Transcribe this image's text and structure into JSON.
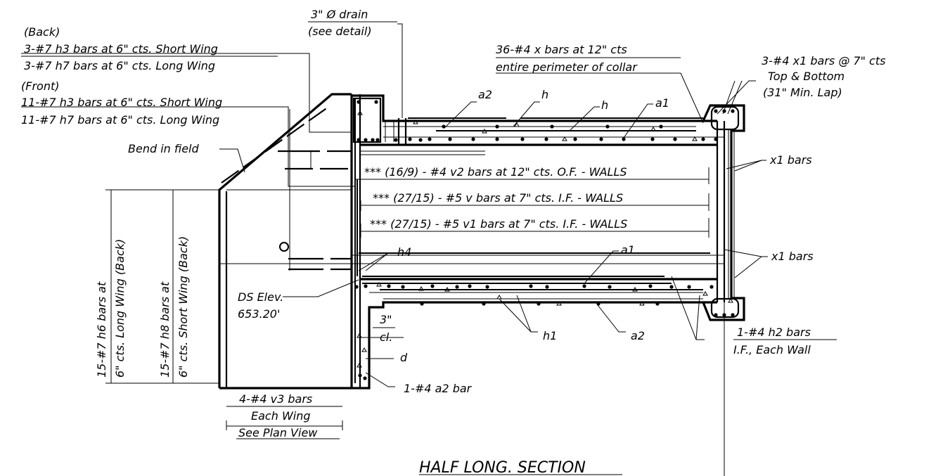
{
  "title": "HALF LONG. SECTION",
  "labels": {
    "back": "(Back)",
    "back_short": "3-#7 h3 bars at 6\" cts. Short Wing",
    "back_long": "3-#7 h7 bars at 6\" cts. Long Wing",
    "front": "(Front)",
    "front_short": "11-#7 h3 bars at 6\" cts. Short Wing",
    "front_long": "11-#7 h7 bars at 6\" cts. Long Wing",
    "drain_1": "3\" Ø drain",
    "drain_2": "(see detail)",
    "x_bars_1": "36-#4 x bars at 12\" cts",
    "x_bars_2": "entire perimeter of collar",
    "x1_top_1": "3-#4 x1 bars @ 7\" cts",
    "x1_top_2": "Top & Bottom",
    "x1_top_3": "(31\" Min. Lap)",
    "a2_top": "a2",
    "h_top_1": "h",
    "h_top_2": "h",
    "a1_top": "a1",
    "bend": "Bend in field",
    "v2_bars": "*** (16/9) - #4 v2 bars at 12\" cts. O.F. - WALLS",
    "v_bars": "*** (27/15) - #5 v bars at 7\" cts. I.F. - WALLS",
    "v1_bars": "*** (27/15) - #5 v1 bars at 7\" cts. I.F. - WALLS",
    "x1_bars_a": "x1 bars",
    "x1_bars_b": "x1 bars",
    "h4": "h4",
    "a1_bot": "a1",
    "ds_1": "DS Elev.",
    "ds_2": "653.20'",
    "h6_1": "15-#7 h6 bars at",
    "h6_2": "6\" cts. Long Wing (Back)",
    "h8_1": "15-#7 h8 bars at",
    "h8_2": "6\" cts. Short Wing (Back)",
    "cl_1": "3\"",
    "cl_2": "cl.",
    "d": "d",
    "h1": "h1",
    "a2_bot": "a2",
    "h2_1": "1-#4 h2 bars",
    "h2_2": "I.F., Each Wall",
    "a2_bar": "1-#4 a2 bar",
    "v3_1": "4-#4 v3 bars",
    "v3_2": "Each Wing",
    "v3_3": "See Plan View"
  }
}
